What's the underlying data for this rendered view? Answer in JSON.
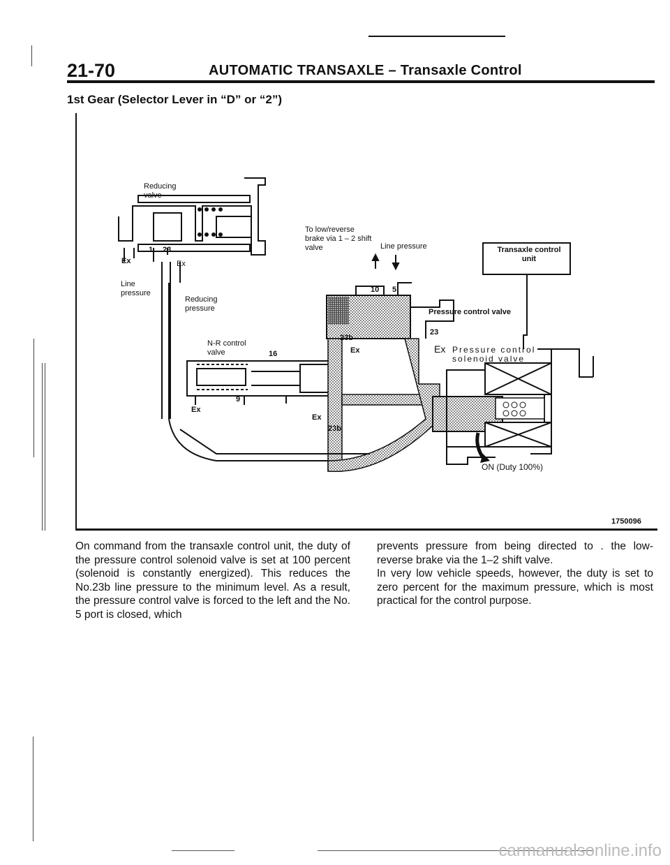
{
  "header": {
    "section_number": "21-70",
    "title": "AUTOMATIC TRANSAXLE – Transaxle Control"
  },
  "subtitle": "1st Gear (Selector Lever in “D” or “2”)",
  "diagram": {
    "figure_id": "1750096",
    "labels": {
      "reducing_valve": "Reducing valve",
      "ex_1": "Ex",
      "ex_2": "Ex",
      "num_1": "1",
      "num_23_top": "23",
      "line_pressure_left": "Line pressure",
      "reducing_pressure": "Reducing pressure",
      "to_low_reverse": "To low/reverse brake via 1 – 2 shift valve",
      "line_pressure_right": "Line pressure",
      "num_10": "10",
      "num_5": "5",
      "transaxle_control_unit": "Transaxle control unit",
      "pressure_control_valve": "Pressure control valve",
      "num_23_right": "23",
      "num_23b_top": "23b",
      "nr_control_valve": "N-R control valve",
      "num_16": "16",
      "ex_3": "Ex",
      "ex_4": "Ex",
      "pressure_control_solenoid_valve": "Pressure control solenoid valve",
      "ex_5": "Ex",
      "num_9": "9",
      "ex_6": "Ex",
      "num_23b_bottom": "23b",
      "on_duty": "ON (Duty 100%)"
    }
  },
  "body_text": {
    "left": "On command from the transaxle control unit, the duty of the pressure control solenoid valve is set at 100 percent (solenoid is constantly energized). This reduces the No.23b line pressure to the minimum level. As a result, the pressure control valve is forced to the left and the No. 5 port is closed, which",
    "right_1": "prevents pressure from being directed to . the low-reverse brake via the 1–2 shift valve.",
    "right_2": "In very low vehicle speeds, however, the duty is set to zero percent for the maximum pressure, which is most practical for the control purpose."
  },
  "watermark": "carmanualsonline.info"
}
